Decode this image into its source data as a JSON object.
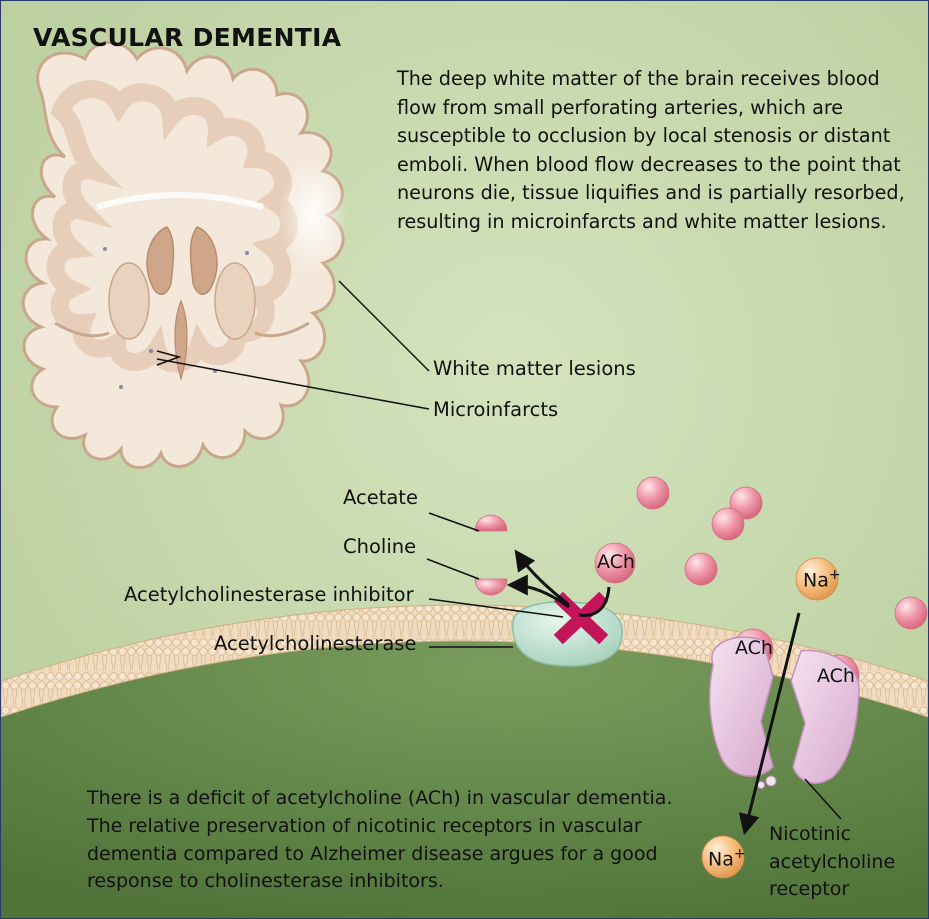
{
  "title": "VASCULAR DEMENTIA",
  "intro_text": "The deep white matter of the brain receives blood flow from small perforating arteries, which are susceptible to occlusion by local stenosis or distant emboli. When blood flow decreases to the point that neurons die, tissue liquifies and is partially resorbed, resulting in microinfarcts and white matter lesions.",
  "brain_labels": {
    "white_matter_lesions": "White matter lesions",
    "microinfarcts": "Microinfarcts"
  },
  "synapse_labels": {
    "acetate": "Acetate",
    "choline": "Choline",
    "inhibitor": "Acetylcholinesterase inhibitor",
    "enzyme": "Acetylcholinesterase"
  },
  "molecules": {
    "ach": "ACh",
    "na": "Na",
    "plus": "+"
  },
  "receptor_label": [
    "Nicotinic",
    "acetylcholine",
    "receptor"
  ],
  "summary_text": "There is a deficit of acetylcholine (ACh) in vascular dementia. The relative preservation of nicotinic receptors in vascular dementia compared to Alzheimer disease argues for a good response to cholinesterase inhibitors.",
  "colors": {
    "background": "#c7d8ae",
    "cell_interior": "#5e8448",
    "brain_tissue": "#f4e8db",
    "brain_gray_matter": "#e2c6b0",
    "ventricle": "#cfa689",
    "ach_molecule": "#ec8d9f",
    "sodium_ion": "#f3b36e",
    "enzyme": "#bfe2d2",
    "receptor": "#e7c3e0",
    "inhibitor_mark": "#c4155a",
    "frame": "#2a3a6a"
  }
}
